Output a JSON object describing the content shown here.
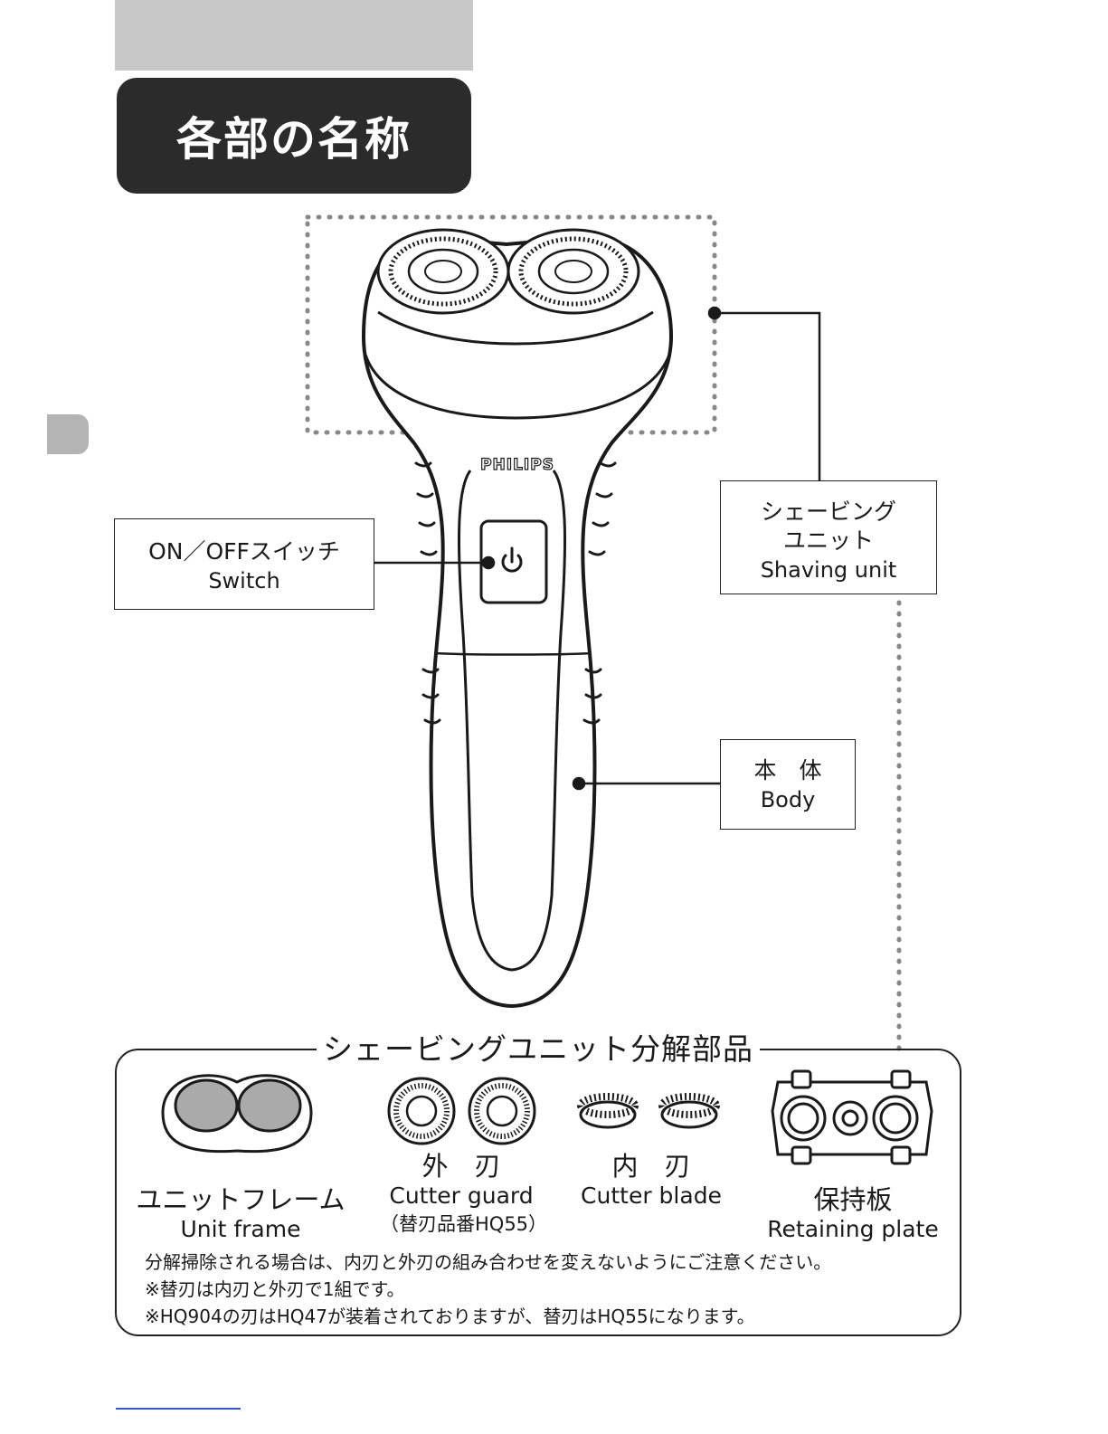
{
  "title": "各部の名称",
  "labels": {
    "switch": {
      "jp": "ON／OFFスイッチ",
      "en": "Switch"
    },
    "shaving_unit": {
      "jp1": "シェービング",
      "jp2": "ユニット",
      "en": "Shaving unit"
    },
    "body": {
      "jp": "本　体",
      "en": "Body"
    }
  },
  "shaver": {
    "brand": "PHILIPS",
    "icons": [
      "power-icon"
    ]
  },
  "parts": {
    "title": "シェービングユニット分解部品",
    "unit_frame": {
      "jp": "ユニットフレーム",
      "en": "Unit frame"
    },
    "cutter_guard": {
      "jp": "外　刃",
      "en": "Cutter guard",
      "note": "（替刃品番HQ55）"
    },
    "cutter_blade": {
      "jp": "内　刃",
      "en": "Cutter blade"
    },
    "retaining_plate": {
      "jp": "保持板",
      "en": "Retaining plate"
    }
  },
  "notes": [
    "分解掃除される場合は、内刃と外刃の組み合わせを変えないようにご注意ください。",
    "※替刃は内刃と外刃で1組です。",
    "※HQ904の刃はHQ47が装着されておりますが、替刃はHQ55になります。"
  ],
  "colors": {
    "title_bg": "#2b2b2b",
    "band": "#c8c8c8",
    "tab": "#b4b4b4"
  }
}
